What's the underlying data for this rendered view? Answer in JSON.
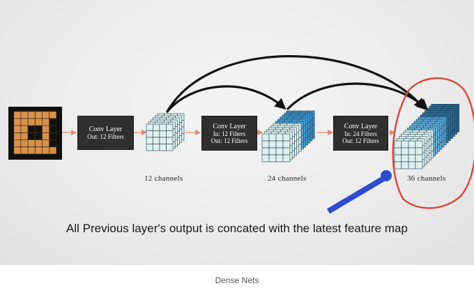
{
  "diagram": {
    "conv_layers": [
      {
        "title": "Conv Layer",
        "lines": [
          "Out: 12 Filters"
        ]
      },
      {
        "title": "Conv Layer",
        "lines": [
          "In: 12 Filters",
          "Out: 12 Filters"
        ]
      },
      {
        "title": "Conv Layer",
        "lines": [
          "In: 24 Filters",
          "Out: 12 Filters"
        ]
      }
    ],
    "channel_labels": [
      "12 channels",
      "24 channels",
      "36 channels"
    ],
    "caption": "All Previous layer's output is concated with the latest feature map",
    "colors": {
      "input_orange": "#d9914a",
      "input_border": "#111111",
      "box_fill": "#2f2f2f",
      "arrow_salmon": "#e08a72",
      "skip_arrow": "#111111",
      "cube_light": "#dff1ef",
      "cube_blue": "#4e9fd3",
      "cube_dark": "#1f5f8c",
      "highlight_circle": "#d8473c",
      "pointer_blue": "#2e4bd0"
    }
  },
  "figure_caption": "Dense Nets"
}
